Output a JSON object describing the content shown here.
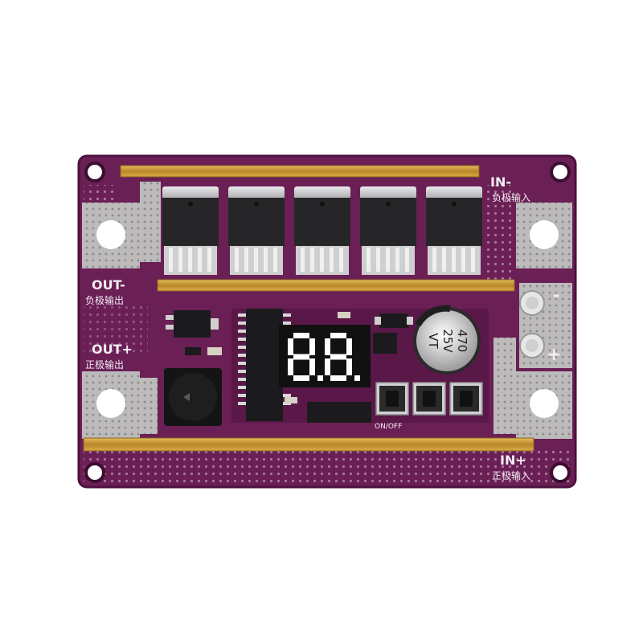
{
  "board": {
    "label_in_minus": "IN-",
    "label_in_minus_cn": "负极输入",
    "label_in_plus": "IN+",
    "label_in_plus_cn": "正极输入",
    "label_out_minus": "OUT-",
    "label_out_minus_cn": "负极输出",
    "label_out_plus": "OUT+",
    "label_out_plus_cn": "正极输出",
    "label_onoff": "ON/OFF",
    "terminal_minus": "-",
    "terminal_plus": "+"
  },
  "display": {
    "digits": "8.8."
  },
  "capacitor": {
    "line1": "470",
    "line2": "25V",
    "line3": "VT"
  },
  "colors": {
    "pcb": "#6a1f55",
    "pcb_dark": "#4e123f",
    "copper_bar": "#c99a2e",
    "pad": "#b9b6b8",
    "mosfet": "#2a2a2c",
    "heatsink_tab": "#cfcfd1",
    "display_bg": "#111111",
    "segment": "#ffffff"
  },
  "icons": [
    "mosfet",
    "seven-segment-display",
    "buzzer",
    "push-button",
    "capacitor",
    "mounting-hole"
  ]
}
